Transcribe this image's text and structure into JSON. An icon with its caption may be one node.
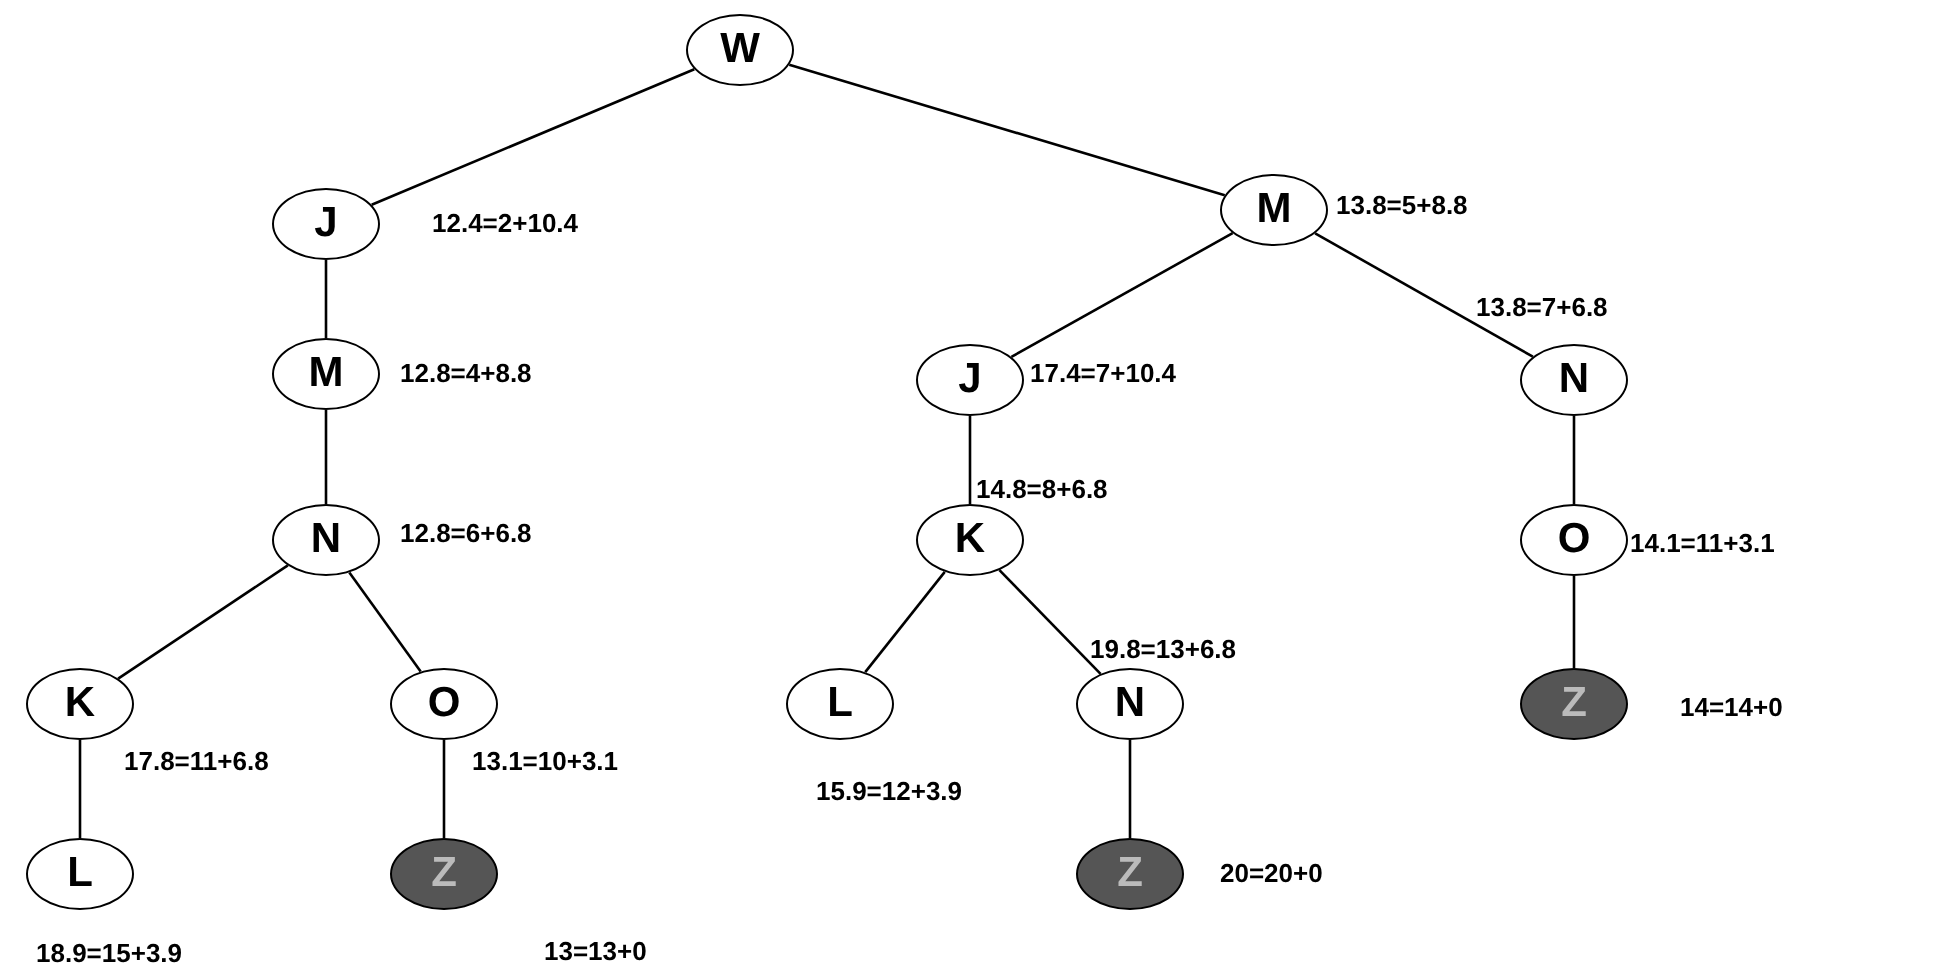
{
  "diagram": {
    "nodes": [
      {
        "text": [
          "W"
        ]
      },
      {
        "text": [
          "J"
        ],
        "beside": [
          "12.4=2+10.4"
        ]
      },
      {
        "text": [
          "M"
        ],
        "beside": [
          "12.8=4+8.8"
        ]
      },
      {
        "text": [
          "N"
        ],
        "beside": [
          "12.8=6+6.8"
        ]
      },
      {
        "text": [
          "K"
        ],
        "beside": [
          "17.8=11+6.8"
        ]
      },
      {
        "text": [
          "L"
        ],
        "beside": [
          "18.9=15+3.9"
        ]
      },
      {
        "text": [
          "O"
        ],
        "beside": [
          "13.1=10+3.1"
        ]
      },
      {
        "text": [
          "Z"
        ],
        "beside": [
          "13=13+0"
        ]
      },
      {
        "text": [
          "M"
        ],
        "beside": [
          "13.8=5+8.8"
        ]
      },
      {
        "text": [
          "J"
        ],
        "beside": [
          "17.4=7+10.4"
        ]
      },
      {
        "text": [
          "K"
        ],
        "beside": [
          "14.8=8+6.8"
        ]
      },
      {
        "text": [
          "L"
        ],
        "beside": [
          "15.9=12+3.9"
        ]
      },
      {
        "text": [
          "N"
        ],
        "beside": [
          "19.8=13+6.8"
        ]
      },
      {
        "text": [
          "Z"
        ],
        "beside": [
          "20=20+0"
        ]
      },
      {
        "text": [
          "N"
        ],
        "beside": [
          "13.8=7+6.8"
        ]
      },
      {
        "text": [
          "O"
        ],
        "beside": [
          "14.1=11+3.1"
        ]
      },
      {
        "text": [
          "Z"
        ],
        "beside": [
          "14=14+0"
        ]
      }
    ],
    "edges": [
      {
        "from": 0,
        "to": 1,
        "arrow": "none"
      },
      {
        "from": 0,
        "to": 8,
        "arrow": "none"
      },
      {
        "from": 1,
        "to": 2,
        "arrow": "none"
      },
      {
        "from": 2,
        "to": 3,
        "arrow": "none"
      },
      {
        "from": 3,
        "to": 4,
        "arrow": "none"
      },
      {
        "from": 3,
        "to": 6,
        "arrow": "none"
      },
      {
        "from": 4,
        "to": 5,
        "arrow": "none"
      },
      {
        "from": 6,
        "to": 7,
        "arrow": "none"
      },
      {
        "from": 8,
        "to": 9,
        "arrow": "none"
      },
      {
        "from": 8,
        "to": 14,
        "arrow": "none"
      },
      {
        "from": 9,
        "to": 10,
        "arrow": "none"
      },
      {
        "from": 10,
        "to": 11,
        "arrow": "none"
      },
      {
        "from": 10,
        "to": 12,
        "arrow": "none"
      },
      {
        "from": 12,
        "to": 13,
        "arrow": "none"
      },
      {
        "from": 14,
        "to": 15,
        "arrow": "none"
      },
      {
        "from": 15,
        "to": 16,
        "arrow": "none"
      }
    ]
  }
}
